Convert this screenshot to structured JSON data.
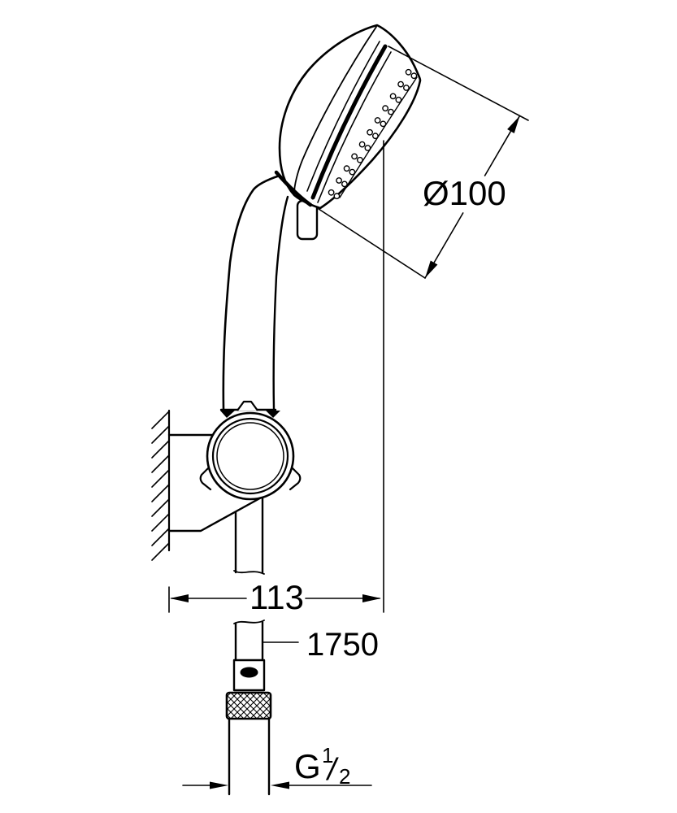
{
  "meta": {
    "background_color": "#ffffff",
    "ink_color": "#000000"
  },
  "labels": {
    "head_diameter": "Ø100",
    "holder_width": "113",
    "hose_length": "1750",
    "thread": {
      "letter": "G",
      "numerator": "1",
      "slash": "/",
      "denominator": "2"
    }
  },
  "icons": {
    "brand_stamp": "brand-stamp-icon"
  }
}
